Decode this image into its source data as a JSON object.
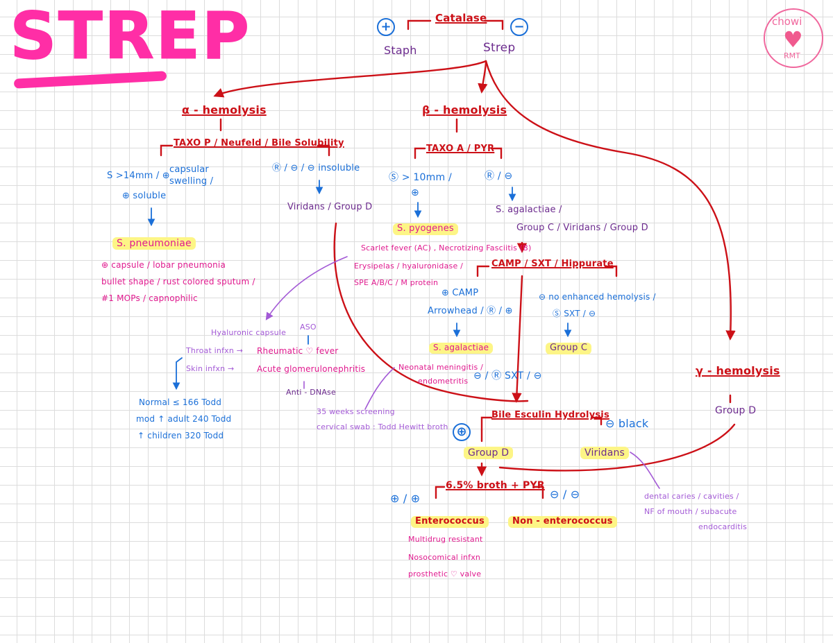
{
  "title": "STREP",
  "logo": {
    "top": "chowi",
    "heart": "♥",
    "bottom": "RMT"
  },
  "catalase": {
    "label": "Catalase",
    "pos": "+",
    "neg": "−",
    "staph": "Staph",
    "strep": "Strep"
  },
  "alpha": {
    "label": "α - hemolysis",
    "test": "TAXO P / Neufeld / Bile Solubility",
    "s_line": "S >14mm / ⊕",
    "capsular": "capsular",
    "swelling": "swelling /",
    "soluble": "⊕ soluble",
    "r_line": "Ⓡ / ⊖ / ⊖ insoluble",
    "r_result": "Viridans / Group D",
    "pneumo": "S. pneumoniae",
    "pneumo_notes": [
      "⊕ capsule / lobar pneumonia",
      "bullet shape / rust colored sputum /",
      "#1 MOPs / capnophilic"
    ]
  },
  "beta": {
    "label": "β - hemolysis",
    "test": "TAXO A / PYR",
    "s_line": "Ⓢ > 10mm /",
    "s_plus": "⊕",
    "r_line": "Ⓡ / ⊖",
    "pyogenes": "S. pyogenes",
    "agal_group": "S. agalactiae /",
    "agal_group2": "Group C / Viridans / Group D",
    "pyo_notes": [
      "Scarlet fever (AC) , Necrotizing Fasciitis (B)",
      "Erysipelas / hyaluronidase /",
      "SPE A/B/C / M protein"
    ],
    "camp": "CAMP / SXT / Hippurate",
    "camp_pos": "⊕ CAMP",
    "arrowhead": "Arrowhead / Ⓡ / ⊕",
    "agalactiae": "S. agalactiae",
    "no_enh": "⊖ no enhanced hemolysis /",
    "no_enh2": "Ⓢ SXT / ⊖",
    "groupc": "Group C",
    "agal_notes": [
      "Neonatal meningitis /",
      "endometritis"
    ],
    "screening": [
      "35 weeks screening",
      "cervical swab : Todd Hewitt broth"
    ],
    "neg_r": "⊖ / Ⓡ SXT / ⊖"
  },
  "aso": {
    "aso": "ASO",
    "hyaluronic": "Hyaluronic capsule",
    "throat": "Throat infxn →",
    "skin": "Skin infxn →",
    "rheumatic": "Rheumatic ♡ fever",
    "glomerulo": "Acute glomerulonephritis",
    "dnase": "Anti - DNAse",
    "normal": "Normal  ≤ 166 Todd",
    "adult": "mod ↑ adult   240 Todd",
    "children": "↑ children   320 Todd"
  },
  "bile": {
    "test": "Bile Esculin Hydrolysis",
    "pos": "⊕",
    "neg": "⊖ black",
    "groupd": "Group D",
    "viridans": "Viridans",
    "viridans_notes": [
      "dental caries / cavities /",
      "NF of mouth / subacute",
      "endocarditis"
    ]
  },
  "nacl": {
    "test": "6.5% broth + PYR",
    "pos": "⊕ / ⊕",
    "neg": "⊖ / ⊖",
    "entero": "Enterococcus",
    "nonentero": "Non - enterococcus",
    "entero_notes": [
      "Multidrug resistant",
      "Nosocomical infxn",
      "prosthetic ♡ valve"
    ]
  },
  "gamma": {
    "label": "γ - hemolysis",
    "result": "Group D"
  },
  "colors": {
    "pink": "#ff2ea6",
    "red": "#cc1017",
    "blue": "#1a6fd8",
    "purple": "#6c2b8e",
    "lavender": "#a35ad6",
    "highlight": "#fdf586"
  }
}
